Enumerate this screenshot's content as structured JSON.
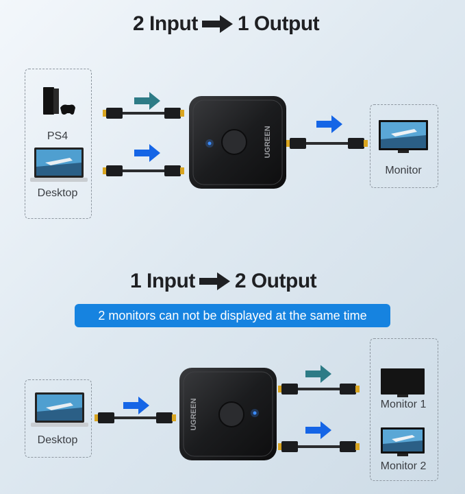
{
  "section1": {
    "title_left": "2 Input",
    "title_right": "1 Output",
    "source_ps4": "PS4",
    "source_desktop": "Desktop",
    "target_monitor": "Monitor"
  },
  "section2": {
    "title_left": "1 Input",
    "title_right": "2 Output",
    "notice": "2 monitors can not be displayed at the same time",
    "source_desktop": "Desktop",
    "target_monitor_1": "Monitor 1",
    "target_monitor_2": "Monitor 2"
  },
  "device_brand": "UGREEN",
  "colors": {
    "arrow_blue": "#1565e6",
    "arrow_teal": "#2d7b86",
    "banner": "#1683e0",
    "device": "#1b1c1e",
    "connector_gold": "#d9a520"
  }
}
